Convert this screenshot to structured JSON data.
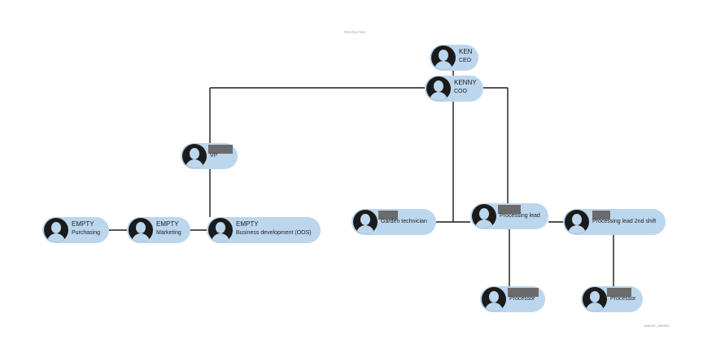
{
  "header_label": "PROTECTED",
  "footer_label": "IMAGE_000000",
  "colors": {
    "node_fill": "#bcd6ee",
    "line": "#1a1a1a",
    "redaction": "#6b6b6b"
  },
  "nodes": [
    {
      "id": "ken",
      "line1": "KEN",
      "line2": "CEO",
      "icon": "person-avatar-icon"
    },
    {
      "id": "kenny",
      "line1": "KENNY",
      "line2": "COO",
      "icon": "person-avatar-icon"
    },
    {
      "id": "vp",
      "line1": "",
      "line2": "VP",
      "icon": "person-avatar-icon",
      "redacted": true
    },
    {
      "id": "purchasing",
      "line1": "EMPTY",
      "line2": "Purchasing",
      "icon": "person-avatar-icon"
    },
    {
      "id": "marketing",
      "line1": "EMPTY",
      "line2": "Marketing",
      "icon": "person-avatar-icon"
    },
    {
      "id": "bizdev",
      "line1": "EMPTY",
      "line2": "Business development (OOS)",
      "icon": "person-avatar-icon"
    },
    {
      "id": "garden",
      "line1": "",
      "line2": "Garden technician",
      "icon": "person-avatar-icon",
      "redacted": true
    },
    {
      "id": "proclead",
      "line1": "",
      "line2": "Processing lead",
      "icon": "person-avatar-icon",
      "redacted": true
    },
    {
      "id": "proclead2",
      "line1": "",
      "line2": "Processing lead 2nd shift",
      "icon": "person-avatar-icon",
      "redacted": true
    },
    {
      "id": "proc1",
      "line1": "",
      "line2": "Processor",
      "icon": "person-avatar-icon",
      "redacted": true
    },
    {
      "id": "proc2",
      "line1": "",
      "line2": "Processor",
      "icon": "person-avatar-icon",
      "redacted": true
    }
  ],
  "edges": [
    [
      "ken",
      "kenny"
    ],
    [
      "kenny",
      "vp"
    ],
    [
      "kenny",
      "garden"
    ],
    [
      "kenny",
      "proclead"
    ],
    [
      "vp",
      "bizdev"
    ],
    [
      "bizdev",
      "marketing"
    ],
    [
      "marketing",
      "purchasing"
    ],
    [
      "proclead",
      "garden"
    ],
    [
      "proclead",
      "proclead2"
    ],
    [
      "proclead",
      "proc1"
    ],
    [
      "proclead2",
      "proc2"
    ]
  ]
}
